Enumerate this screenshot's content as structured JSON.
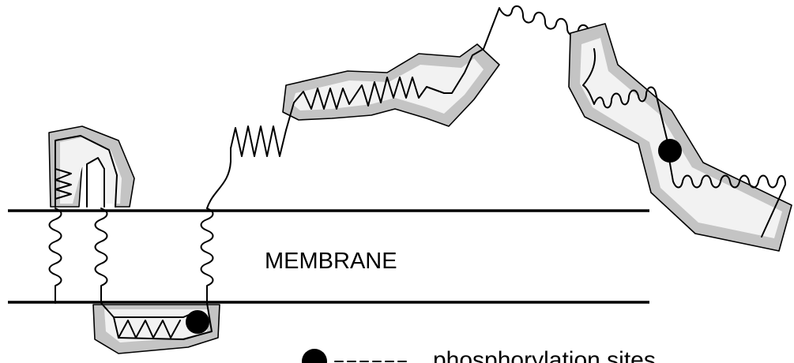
{
  "diagram": {
    "membrane_label": "MEMBRANE",
    "legend": {
      "symbol": "phosphorylation-site-dot",
      "label": "phosphorylation sites"
    },
    "colors": {
      "domain_fill": "#c4c4c4",
      "domain_core": "#f2f2f2",
      "line": "#000000"
    }
  }
}
